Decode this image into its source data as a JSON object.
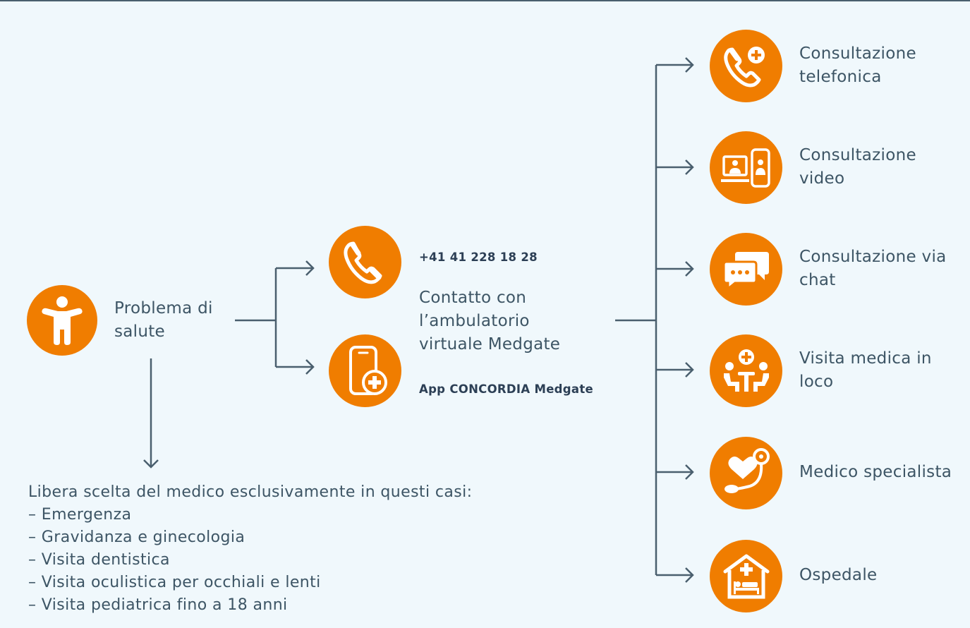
{
  "colors": {
    "accent": "#f07d00",
    "line": "#4a5f6e",
    "text": "#3d5565",
    "background": "#f0f8fc"
  },
  "start": {
    "icon": "child-figure-icon",
    "label": "Problema di salute"
  },
  "contact": {
    "phone_icon": "phone-icon",
    "app_icon": "smartphone-plus-icon",
    "phone_number": "+41 41 228 18 28",
    "description": "Contatto con l’ambulatorio virtuale Medgate",
    "app_name": "App CONCORDIA Medgate"
  },
  "outcomes": [
    {
      "icon": "phone-plus-icon",
      "label": "Consultazione telefonica"
    },
    {
      "icon": "video-devices-icon",
      "label": "Consultazione video"
    },
    {
      "icon": "chat-bubbles-icon",
      "label": "Consultazione via chat"
    },
    {
      "icon": "doctor-patient-icon",
      "label": "Visita medica in loco"
    },
    {
      "icon": "stethoscope-heart-icon",
      "label": "Medico specialista"
    },
    {
      "icon": "hospital-bed-icon",
      "label": "Ospedale"
    }
  ],
  "free_choice": {
    "intro": "Libera scelta del medico esclusivamente in questi casi:",
    "items": [
      "Emergenza",
      "Gravidanza e ginecologia",
      "Visita dentistica",
      "Visita oculistica per occhiali e lenti",
      "Visita pediatrica fino a 18 anni"
    ]
  }
}
